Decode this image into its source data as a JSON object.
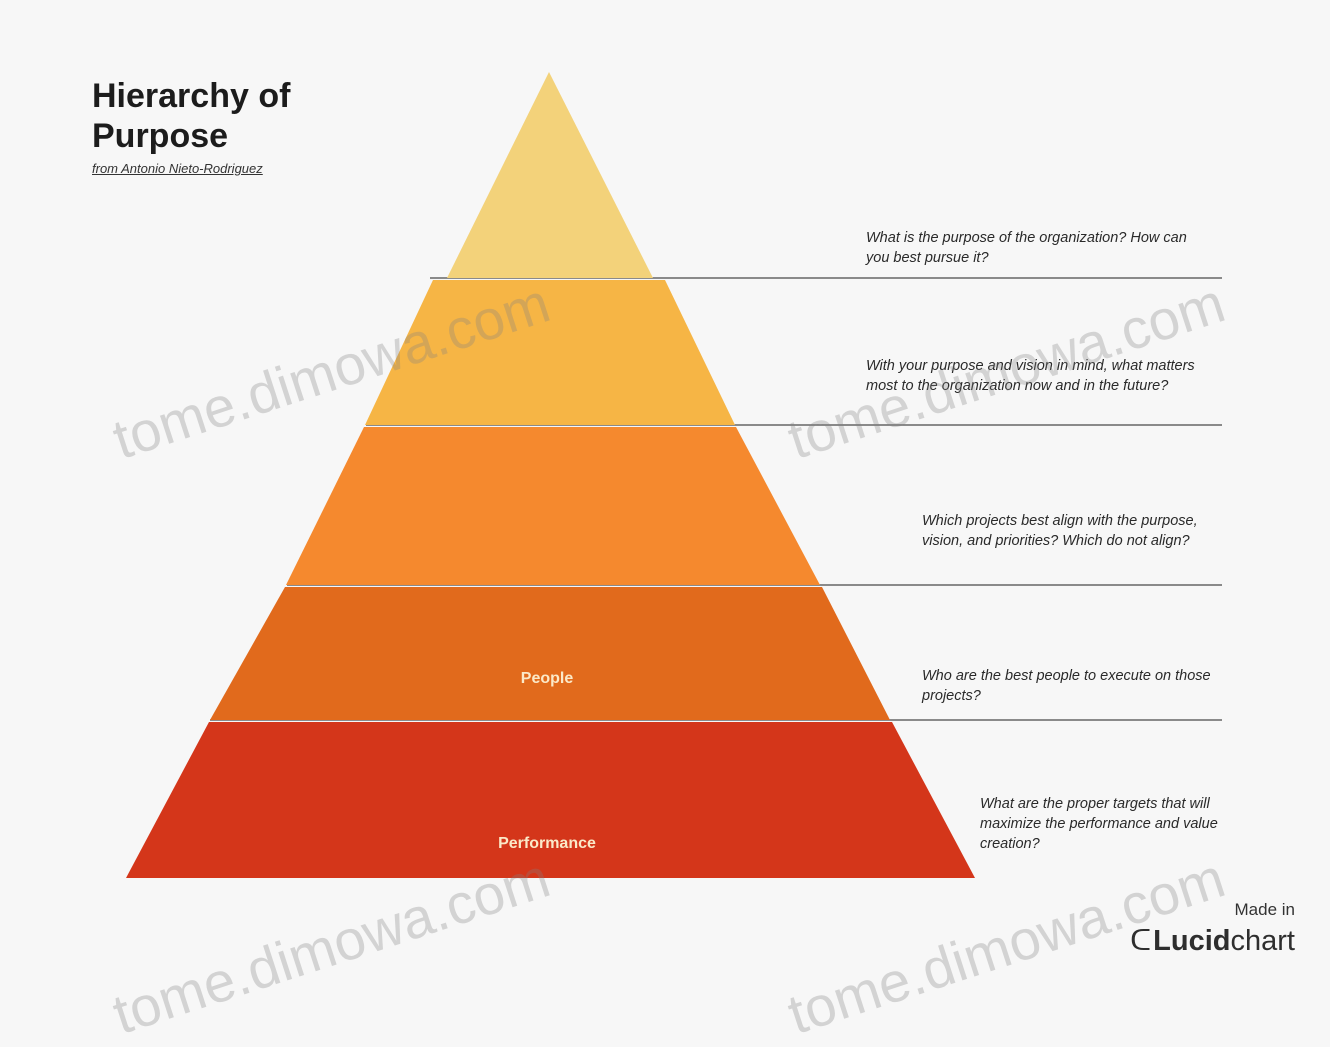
{
  "title": "Hierarchy of Purpose",
  "subtitle": "from Antonio Nieto-Rodriguez",
  "layers": [
    {
      "label": "",
      "color": "#f3d27a"
    },
    {
      "label": "",
      "color": "#f6b545"
    },
    {
      "label": "",
      "color": "#f5892e"
    },
    {
      "label": "People",
      "color": "#e16a1c"
    },
    {
      "label": "Performance",
      "color": "#d4361a"
    }
  ],
  "questions": [
    "What is the purpose of the organization? How can you best pursue it?",
    "With your purpose and vision in mind, what matters most to the organization now and in the future?",
    "Which projects best align with the purpose, vision, and priorities? Which do not align?",
    "Who are the best people to execute on those projects?",
    "What are the proper targets that will maximize the performance and value creation?"
  ],
  "branding": {
    "made_in": "Made in",
    "logo_bold": "Lucid",
    "logo_rest": "chart",
    "logo_icon": "C-shape-icon"
  },
  "watermark": "tome.dimowa.com"
}
